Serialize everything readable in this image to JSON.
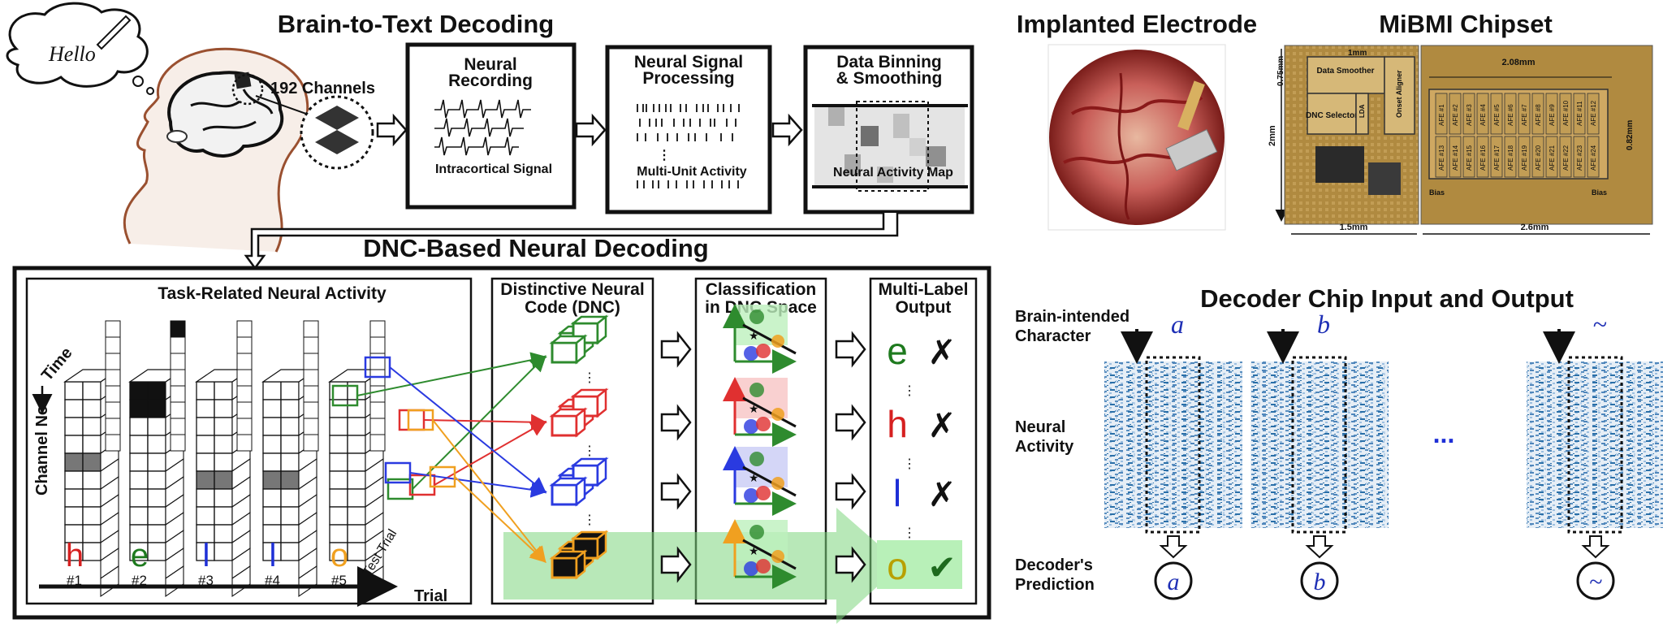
{
  "titles": {
    "brain_to_text": "Brain-to-Text Decoding",
    "implanted_electrode": "Implanted Electrode",
    "mibmi_chipset": "MiBMI Chipset",
    "dnc_decoding": "DNC-Based Neural Decoding",
    "decoder_io": "Decoder Chip Input and Output"
  },
  "pipeline": {
    "channels": "192 Channels",
    "hello": "Hello",
    "neural_recording": [
      "Neural",
      "Recording"
    ],
    "intracortical_signal": "Intracortical Signal",
    "signal_processing": [
      "Neural Signal",
      "Processing"
    ],
    "multi_unit_activity": "Multi-Unit Activity",
    "binning": [
      "Data Binning",
      "& Smoothing"
    ],
    "activity_map": "Neural Activity Map"
  },
  "chip": {
    "dims": {
      "top": "1mm",
      "height": "2mm",
      "block_h": "0.75mm",
      "afe_w": "2.08mm",
      "afe_h": "0.82mm",
      "left_w": "1.5mm",
      "right_w": "2.6mm"
    },
    "blocks": {
      "smoother": "Data Smoother",
      "dnc_selector": "DNC Selector",
      "lda": "LDA",
      "onset": "Onset Aligner",
      "bias": "Bias"
    },
    "afe_labels": [
      "AFE #1",
      "AFE #2",
      "AFE #3",
      "AFE #4",
      "AFE #5",
      "AFE #6",
      "AFE #7",
      "AFE #8",
      "AFE #9",
      "AFE #10",
      "AFE #11",
      "AFE #12",
      "AFE #13",
      "AFE #14",
      "AFE #15",
      "AFE #16",
      "AFE #17",
      "AFE #18",
      "AFE #19",
      "AFE #20",
      "AFE #21",
      "AFE #22",
      "AFE #23",
      "AFE #24"
    ]
  },
  "dnc": {
    "task_activity": "Task-Related Neural Activity",
    "time": "Time",
    "channel_no": "Channel No.",
    "trial": "Trial",
    "test_trial": "Test Trial",
    "letters": [
      "h",
      "e",
      "l",
      "l",
      "o"
    ],
    "letter_colors": [
      "#d62020",
      "#1e7a1e",
      "#1e2fd6",
      "#1e2fd6",
      "#f0a020"
    ],
    "trial_nums": [
      "#1",
      "#2",
      "#3",
      "#4",
      "#5"
    ],
    "distinctive_code": [
      "Distinctive Neural",
      "Code (DNC)"
    ],
    "classification": [
      "Classification",
      "in DNC Space"
    ],
    "multi_label": [
      "Multi-Label",
      "Output"
    ],
    "outputs": [
      {
        "letter": "e",
        "color": "#1e7a1e",
        "mark": "✗"
      },
      {
        "letter": "h",
        "color": "#d62020",
        "mark": "✗"
      },
      {
        "letter": "l",
        "color": "#1e2fd6",
        "mark": "✗"
      },
      {
        "letter": "o",
        "color": "#b8a000",
        "mark": "✔"
      }
    ]
  },
  "decoder": {
    "brain_intended": [
      "Brain-intended",
      "Character"
    ],
    "neural_activity": [
      "Neural",
      "Activity"
    ],
    "prediction": [
      "Decoder's",
      "Prediction"
    ],
    "chars": [
      "a",
      "b",
      "~"
    ],
    "ellipsis": "..."
  },
  "colors": {
    "green": "#2e8b2e",
    "red": "#e03030",
    "blue": "#2a3ae0",
    "orange": "#f0a020",
    "heat": "#2a6fa8"
  }
}
